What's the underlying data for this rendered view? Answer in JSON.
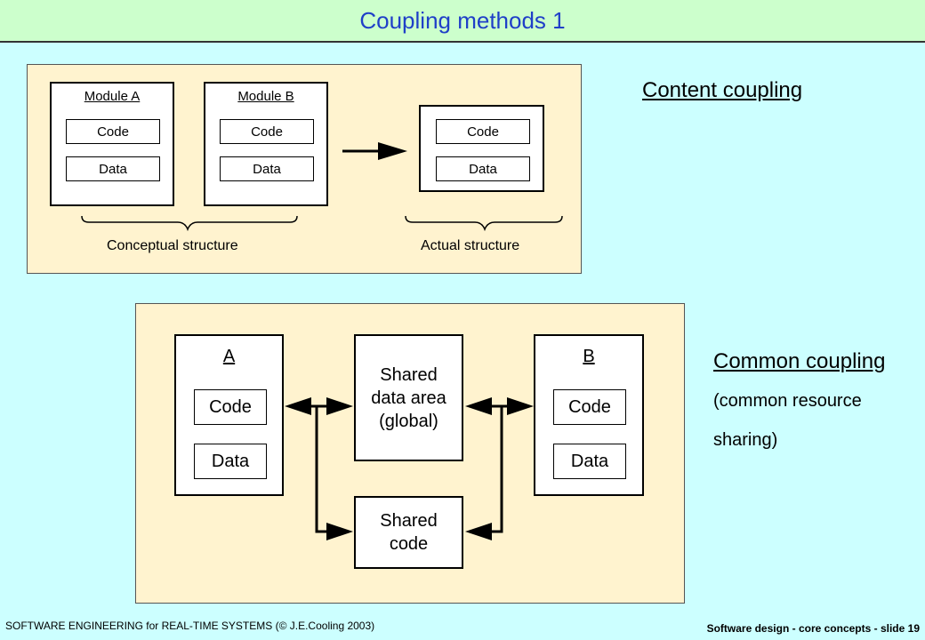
{
  "title": "Coupling methods 1",
  "content_coupling": {
    "heading": "Content coupling",
    "module_a": {
      "label": "Module A",
      "code": "Code",
      "data": "Data"
    },
    "module_b": {
      "label": "Module B",
      "code": "Code",
      "data": "Data"
    },
    "actual": {
      "code": "Code",
      "data": "Data"
    },
    "conceptual_label": "Conceptual structure",
    "actual_label": "Actual structure"
  },
  "common_coupling": {
    "heading": "Common coupling",
    "sub_line1": "(common resource",
    "sub_line2": "sharing)",
    "module_a": {
      "label": "A",
      "code": "Code",
      "data": "Data"
    },
    "module_b": {
      "label": "B",
      "code": "Code",
      "data": "Data"
    },
    "shared_data": [
      "Shared",
      "data area",
      "(global)"
    ],
    "shared_code": [
      "Shared",
      "code"
    ]
  },
  "footer": {
    "left": "SOFTWARE ENGINEERING  for REAL-TIME SYSTEMS (© J.E.Cooling 2003)",
    "right": "Software design  -  core concepts   - slide 19"
  },
  "colors": {
    "background": "#ccffff",
    "title_bar": "#ccffcc",
    "title_text": "#1f3fc8",
    "panel": "#fff3cf"
  }
}
